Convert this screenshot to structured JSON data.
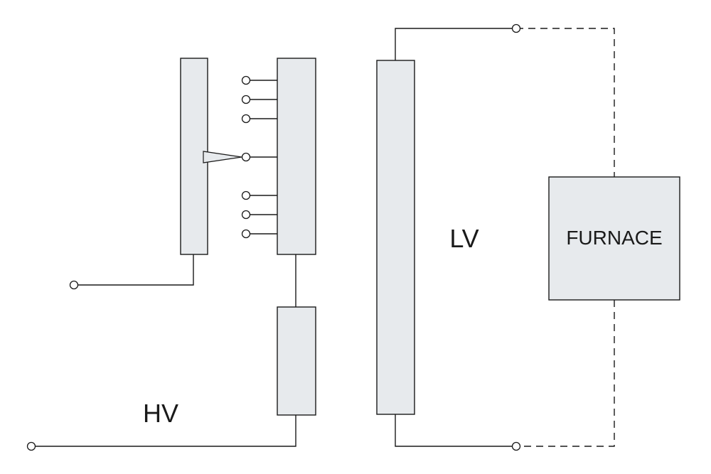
{
  "labels": {
    "hv": "HV",
    "lv": "LV",
    "furnace": "FURNACE"
  },
  "tap_changer": {
    "tap_count": 7,
    "selected_tap": 4
  },
  "colors": {
    "block_fill": "#e7eaed",
    "line": "#1a1a1a",
    "background": "#ffffff"
  }
}
